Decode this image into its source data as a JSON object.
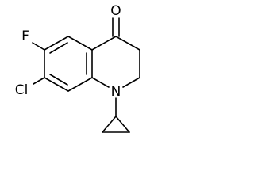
{
  "molecule": {
    "atoms": {
      "oxygen": "O",
      "fluorine": "F",
      "chlorine": "Cl",
      "nitrogen": "N"
    }
  },
  "colors": {
    "bond": "#000000",
    "background": "#ffffff"
  }
}
